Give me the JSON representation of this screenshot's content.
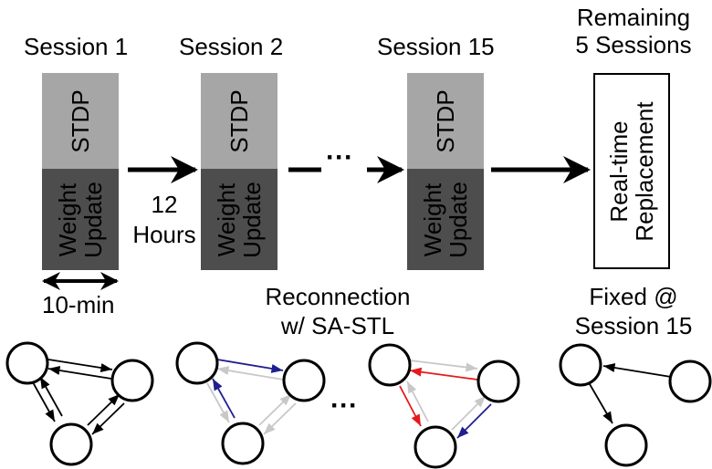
{
  "sessions": {
    "s1": "Session 1",
    "s2": "Session 2",
    "s15": "Session 15",
    "remaining_line1": "Remaining",
    "remaining_line2": "5 Sessions"
  },
  "block": {
    "stdp": "STDP",
    "weight": "Weight",
    "update": "Update"
  },
  "replacement": {
    "line1": "Real-time",
    "line2": "Replacement"
  },
  "interval": {
    "line1": "12",
    "line2": "Hours"
  },
  "duration": "10-min",
  "ellipsis_top": "···",
  "ellipsis_bottom": "···",
  "reconnection": {
    "line1": "Reconnection",
    "line2": "w/ SA-STL"
  },
  "fixed": {
    "line1": "Fixed @",
    "line2": "Session 15"
  },
  "colors": {
    "stdp": "#a6a6a6",
    "weight_update": "#4d4d4d",
    "potentiated": "#1f1f8f",
    "depressed": "#e41a1c",
    "inactive": "#c8c8c8"
  }
}
